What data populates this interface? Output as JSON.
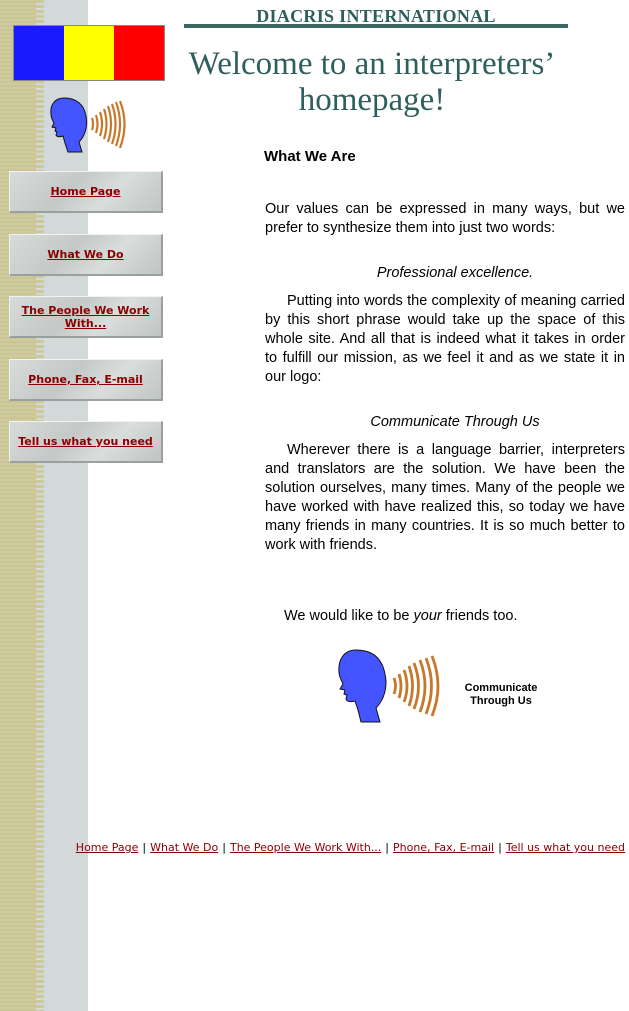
{
  "header": {
    "brand": "DIACRIS INTERNATIONAL",
    "welcome": "Welcome to an interpreters’ homepage!"
  },
  "flag": {
    "colors": [
      "#1a1aff",
      "#ffff00",
      "#ff0000"
    ]
  },
  "nav": {
    "items": [
      {
        "label": "Home Page"
      },
      {
        "label": "What We Do"
      },
      {
        "label": "The People We Work With..."
      },
      {
        "label": "Phone, Fax, E-mail"
      },
      {
        "label": "Tell us what you need"
      }
    ]
  },
  "content": {
    "section_title": "What We Are",
    "para1": "Our values can be expressed in many ways, but we prefer to synthesize them into just two words:",
    "motto1": "Professional excellence.",
    "para2": "Putting into words the complexity of meaning carried by this short phrase would take up the space of this whole site. And all that is indeed what it takes in order to fulfill our mission, as we feel it and as we state it in our logo:",
    "motto2": "Communicate Through Us",
    "para3": "Wherever there is a language barrier, interpreters and translators are the solution. We have been the solution ourselves, many times. Many of the people we have worked with have realized this, so today we have many friends in many countries. It is so much better to work with friends.",
    "friends_before": "We would like to be ",
    "friends_em": "your",
    "friends_after": " friends too."
  },
  "logo_caption": "Communicate Through Us",
  "footer": {
    "links": [
      {
        "label": "Home Page"
      },
      {
        "label": "What We Do"
      },
      {
        "label": "The People We Work With..."
      },
      {
        "label": "Phone, Fax, E-mail"
      },
      {
        "label": "Tell us what you need"
      }
    ],
    "separator": "|"
  },
  "colors": {
    "khaki": "#cdc99a",
    "gray_stripe": "#d3d9d9",
    "heading_teal": "#2f5f5c",
    "link": "#8b0000",
    "head_blue": "#4455ff",
    "wave_orange": "#c8782a"
  }
}
